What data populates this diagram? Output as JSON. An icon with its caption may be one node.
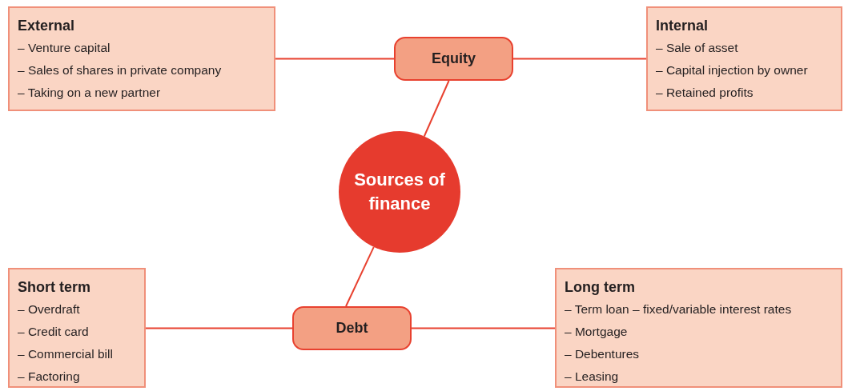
{
  "diagram": {
    "nodes": [
      {
        "text": [
          "External",
          "– Venture capital",
          "– Sales of shares in private company",
          "– Taking on a new partner"
        ]
      },
      {
        "text": [
          "Equity"
        ]
      },
      {
        "text": [
          "Internal",
          "– Sale of asset",
          "– Capital injection by owner",
          "– Retained profits"
        ]
      },
      {
        "text": [
          "Sources of finance"
        ]
      },
      {
        "text": [
          "Short term",
          "– Overdraft",
          "– Credit card",
          "– Commercial bill",
          "– Factoring"
        ]
      },
      {
        "text": [
          "Debt"
        ]
      },
      {
        "text": [
          "Long term",
          "– Term loan – fixed/variable interest rates",
          "– Mortgage",
          "– Debentures",
          "– Leasing"
        ]
      }
    ],
    "edges": [
      {
        "from": 0,
        "to": 1,
        "arrow": "none"
      },
      {
        "from": 1,
        "to": 2,
        "arrow": "none"
      },
      {
        "from": 3,
        "to": 1,
        "arrow": "none"
      },
      {
        "from": 3,
        "to": 5,
        "arrow": "none"
      },
      {
        "from": 4,
        "to": 5,
        "arrow": "none"
      },
      {
        "from": 5,
        "to": 6,
        "arrow": "none"
      }
    ]
  }
}
